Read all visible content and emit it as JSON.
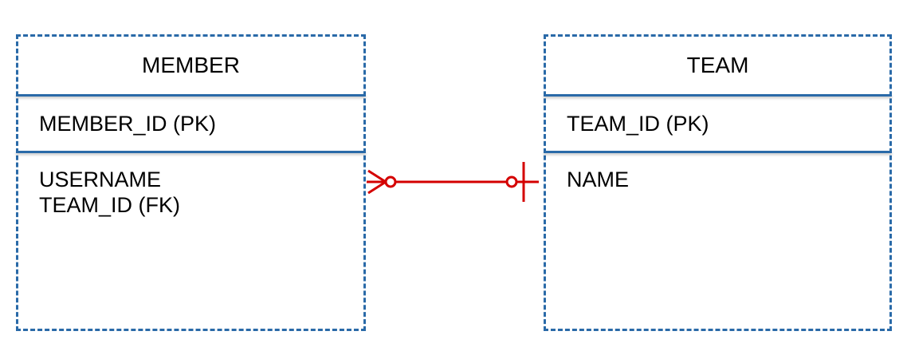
{
  "entities": {
    "member": {
      "name": "MEMBER",
      "primary_key": "MEMBER_ID (PK)",
      "attributes": [
        "USERNAME",
        "TEAM_ID (FK)"
      ]
    },
    "team": {
      "name": "TEAM",
      "primary_key": "TEAM_ID (PK)",
      "attributes": [
        "NAME"
      ]
    }
  },
  "relationship": {
    "from": "MEMBER",
    "to": "TEAM",
    "from_cardinality": "zero-or-many",
    "to_cardinality": "zero-or-one",
    "color": "#d40000"
  },
  "colors": {
    "entity_border": "#2a6aa8"
  }
}
